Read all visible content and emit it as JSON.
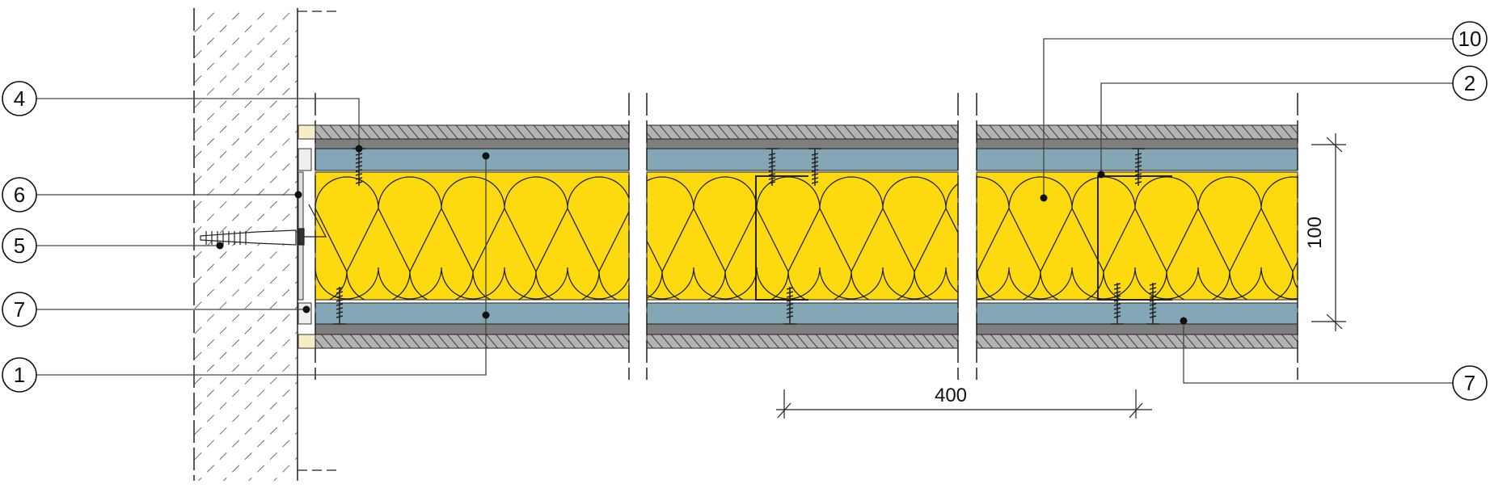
{
  "callouts": {
    "c4": "4",
    "c6": "6",
    "c5": "5",
    "c7_left": "7",
    "c1": "1",
    "c10": "10",
    "c2": "2",
    "c7_right": "7"
  },
  "dimensions": {
    "spacing": "400",
    "thickness": "100"
  },
  "colors": {
    "insulation": "#fdda10",
    "board": "#84a7b5",
    "dark_layer": "#7f7f7f",
    "finish": "#b3b3b3"
  }
}
